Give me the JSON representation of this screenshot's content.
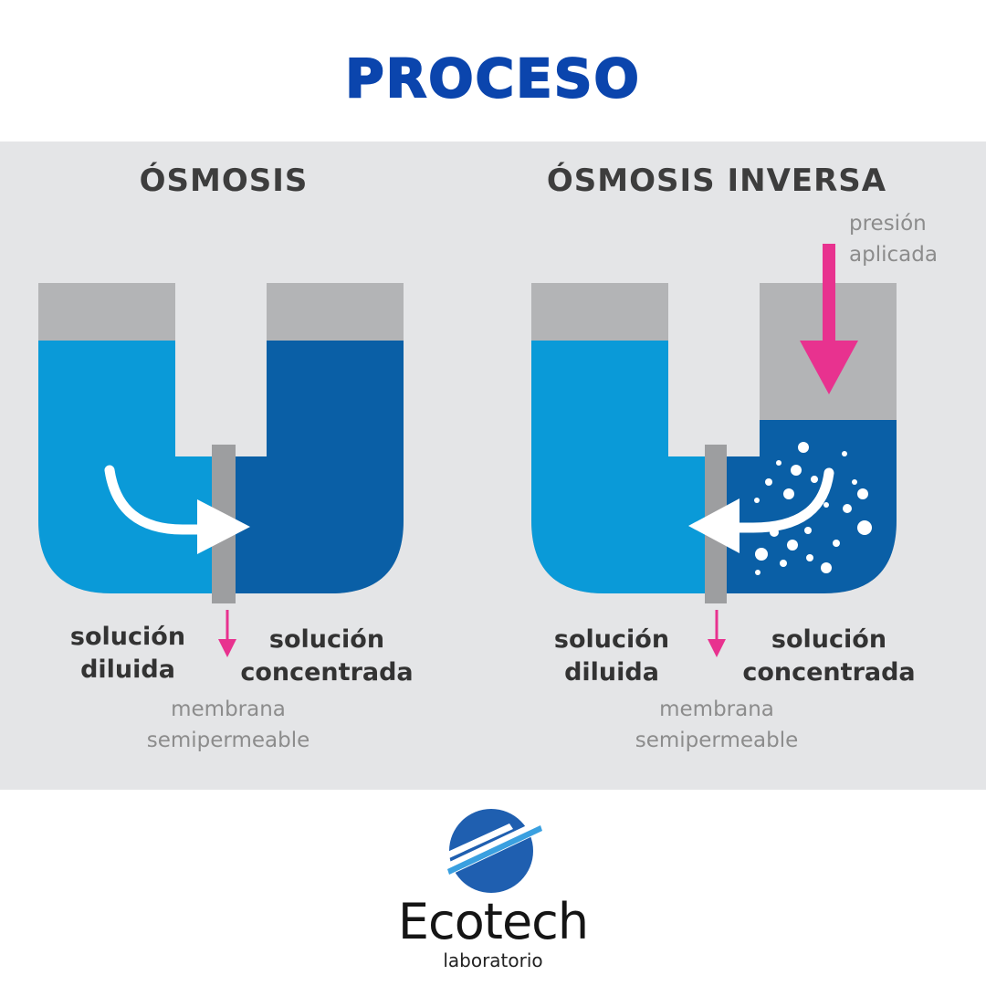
{
  "title": "PROCESO",
  "diagrams": [
    {
      "heading": "ÓSMOSIS",
      "left_label": [
        "solución",
        "diluida"
      ],
      "right_label": [
        "solución",
        "concentrada"
      ],
      "membrane_label": [
        "membrana",
        "semipermeable"
      ]
    },
    {
      "heading": "ÓSMOSIS INVERSA",
      "pressure_label": [
        "presión",
        "aplicada"
      ],
      "left_label": [
        "solución",
        "diluida"
      ],
      "right_label": [
        "solución",
        "concentrada"
      ],
      "membrane_label": [
        "membrana",
        "semipermeable"
      ]
    }
  ],
  "colors": {
    "title": "#0b45ad",
    "dilute_solution": "#0a9ad8",
    "concentrated_solution": "#0a5fa6",
    "tank_gray": "#b3b4b6",
    "membrane": "#9d9ea0",
    "pressure_arrow": "#e8328f",
    "panel_background": "#e4e5e7"
  },
  "icons": [
    "flow-arrow-icon",
    "membrane-pointer-arrow-icon",
    "pressure-arrow-icon",
    "ecotech-logo-icon"
  ],
  "brand": {
    "name": "Ecotech",
    "subtitle": "laboratorio"
  }
}
